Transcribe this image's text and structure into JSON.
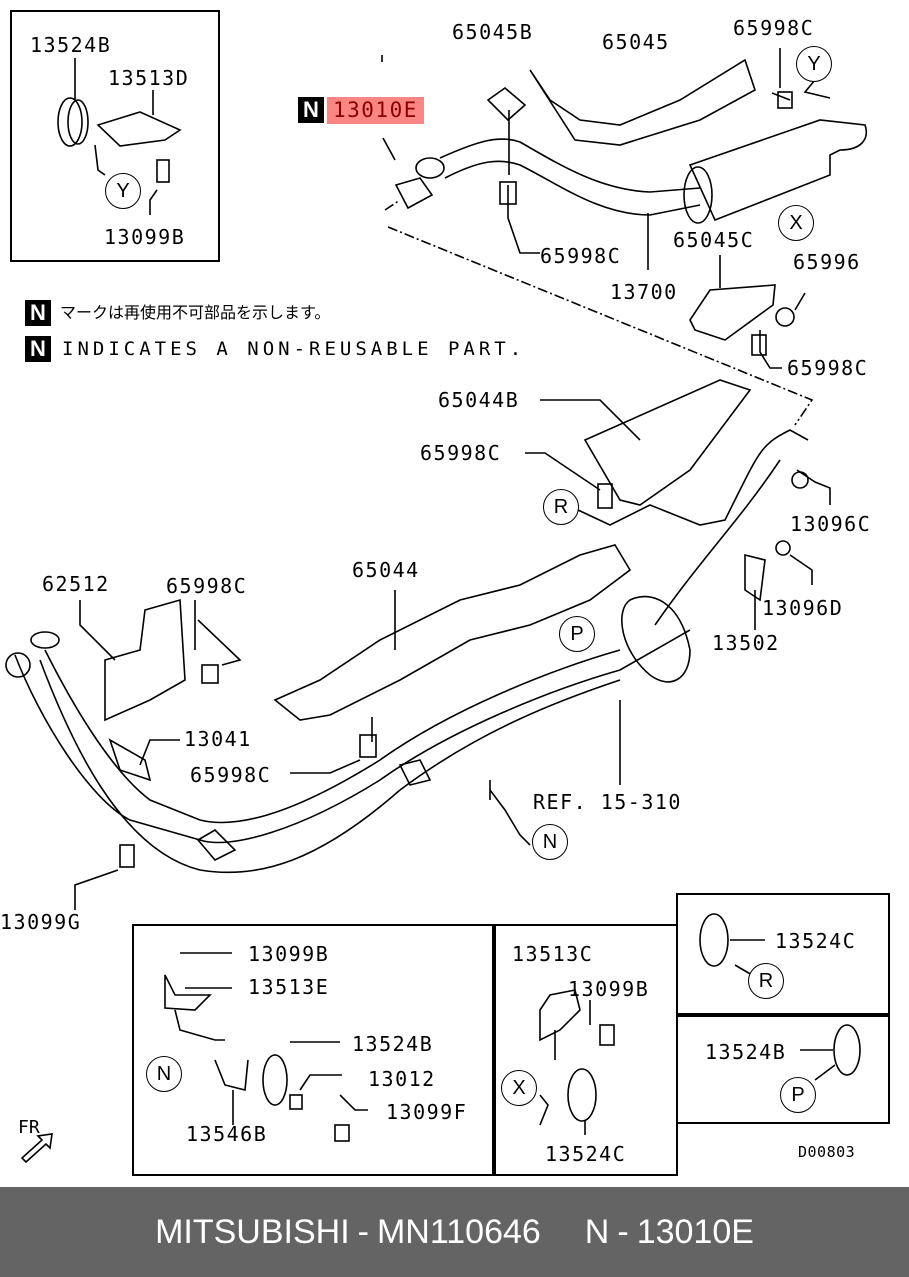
{
  "diagram": {
    "highlighted_part": {
      "mark": "N",
      "number": "13010E",
      "highlight_color": "#f98683",
      "text_color": "#8b0000"
    },
    "legend": {
      "mark": "N",
      "japanese": "マークは再使用不可部品を示します。",
      "english": "INDICATES A NON-REUSABLE PART."
    },
    "inset_top_left": {
      "labels": [
        "13524B",
        "13513D",
        "13099B"
      ],
      "callout": "Y"
    },
    "main_labels": {
      "p65045B": "65045B",
      "p65045": "65045",
      "p65998C_top": "65998C",
      "p65998C_2": "65998C",
      "p13700": "13700",
      "p65045C": "65045C",
      "p65996": "65996",
      "p65998C_3": "65998C",
      "p65044B": "65044B",
      "p65998C_4": "65998C",
      "p13096C": "13096C",
      "p13096D": "13096D",
      "p13502": "13502",
      "p62512": "62512",
      "p65998C_5": "65998C",
      "p65044": "65044",
      "p13041": "13041",
      "p65998C_6": "65998C",
      "ref": "REF. 15-310",
      "p13099G": "13099G"
    },
    "callouts": {
      "y": "Y",
      "x": "X",
      "r": "R",
      "p": "P",
      "n": "N"
    },
    "inset_bottom_left": {
      "labels": [
        "13099B",
        "13513E",
        "13524B",
        "13012",
        "13099F",
        "13546B"
      ],
      "callout": "N"
    },
    "inset_bottom_mid": {
      "labels": [
        "13513C",
        "13099B",
        "13524C"
      ],
      "callout": "X"
    },
    "inset_bottom_right_top": {
      "label": "13524C",
      "callout": "R"
    },
    "inset_bottom_right_bottom": {
      "label": "13524B",
      "callout": "P"
    },
    "direction_label": "FR",
    "drawing_id": "D00803"
  },
  "footer": {
    "brand": "MITSUBISHI",
    "sep1": "-",
    "part_number": "MN110646",
    "mark": "N",
    "sep2": "-",
    "ref_number": "13010E"
  }
}
